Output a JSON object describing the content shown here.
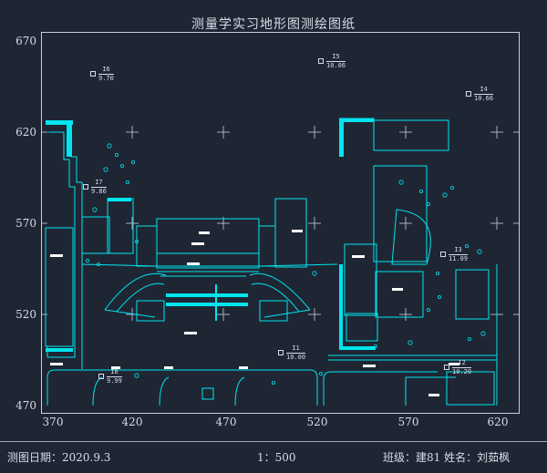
{
  "title": "测量学实习地形图测绘图纸",
  "y_ticks": [
    "670",
    "620",
    "570",
    "520",
    "470"
  ],
  "x_ticks": [
    "370",
    "420",
    "470",
    "520",
    "570",
    "620"
  ],
  "control_points": [
    {
      "name": "I6",
      "value": "9.70"
    },
    {
      "name": "I5",
      "value": "10.06"
    },
    {
      "name": "I4",
      "value": "10.66"
    },
    {
      "name": "I7",
      "value": "9.86"
    },
    {
      "name": "I3",
      "value": "11.09"
    },
    {
      "name": "I1",
      "value": "10.00"
    },
    {
      "name": "I2",
      "value": "10.20"
    },
    {
      "name": "I8",
      "value": "9.99"
    }
  ],
  "footer": {
    "date": "测图日期：2020.9.3",
    "scale": "1：500",
    "class_name": "班级：建81 姓名：刘茹枫"
  },
  "colors": {
    "background": "#1e2634",
    "building": "#00e5ee",
    "border": "#c8d0da",
    "grid": "#c8d0da"
  }
}
